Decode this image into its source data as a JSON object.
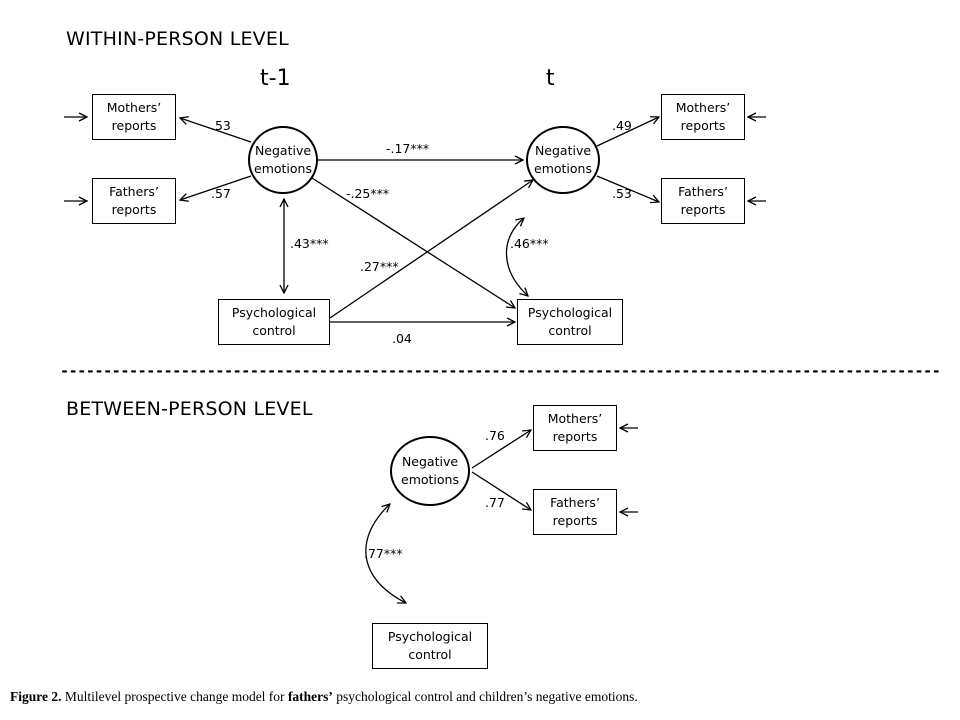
{
  "within": {
    "title": "WITHIN-PERSON LEVEL",
    "t_prev": "t-1",
    "t_curr": "t",
    "left": {
      "mothers_reports": "Mothers’ reports",
      "fathers_reports": "Fathers’ reports",
      "negative_emotions": "Negative emotions",
      "psych_control": "Psychological control",
      "loading_mothers": ".53",
      "loading_fathers": ".57",
      "covariance": ".43***"
    },
    "right": {
      "mothers_reports": "Mothers’ reports",
      "fathers_reports": "Fathers’ reports",
      "negative_emotions": "Negative emotions",
      "psych_control": "Psychological control",
      "loading_mothers": ".49",
      "loading_fathers": ".53",
      "covariance": ".46***"
    },
    "paths": {
      "ne_to_ne": "-.17***",
      "ne_to_pc": "-.25***",
      "pc_to_ne": ".27***",
      "pc_to_pc": ".04"
    }
  },
  "divider": "------------------------------------------------------------------------------------------------------",
  "between": {
    "title": "BETWEEN-PERSON LEVEL",
    "negative_emotions": "Negative emotions",
    "mothers_reports": "Mothers’ reports",
    "fathers_reports": "Fathers’ reports",
    "psych_control": "Psychological control",
    "loading_mothers": ".76",
    "loading_fathers": ".77",
    "covariance": ".77***"
  },
  "caption": {
    "label": "Figure 2.",
    "text_a": " Multilevel prospective change model for ",
    "emphasis": "fathers’",
    "text_b": " psychological control and children’s negative emotions."
  }
}
